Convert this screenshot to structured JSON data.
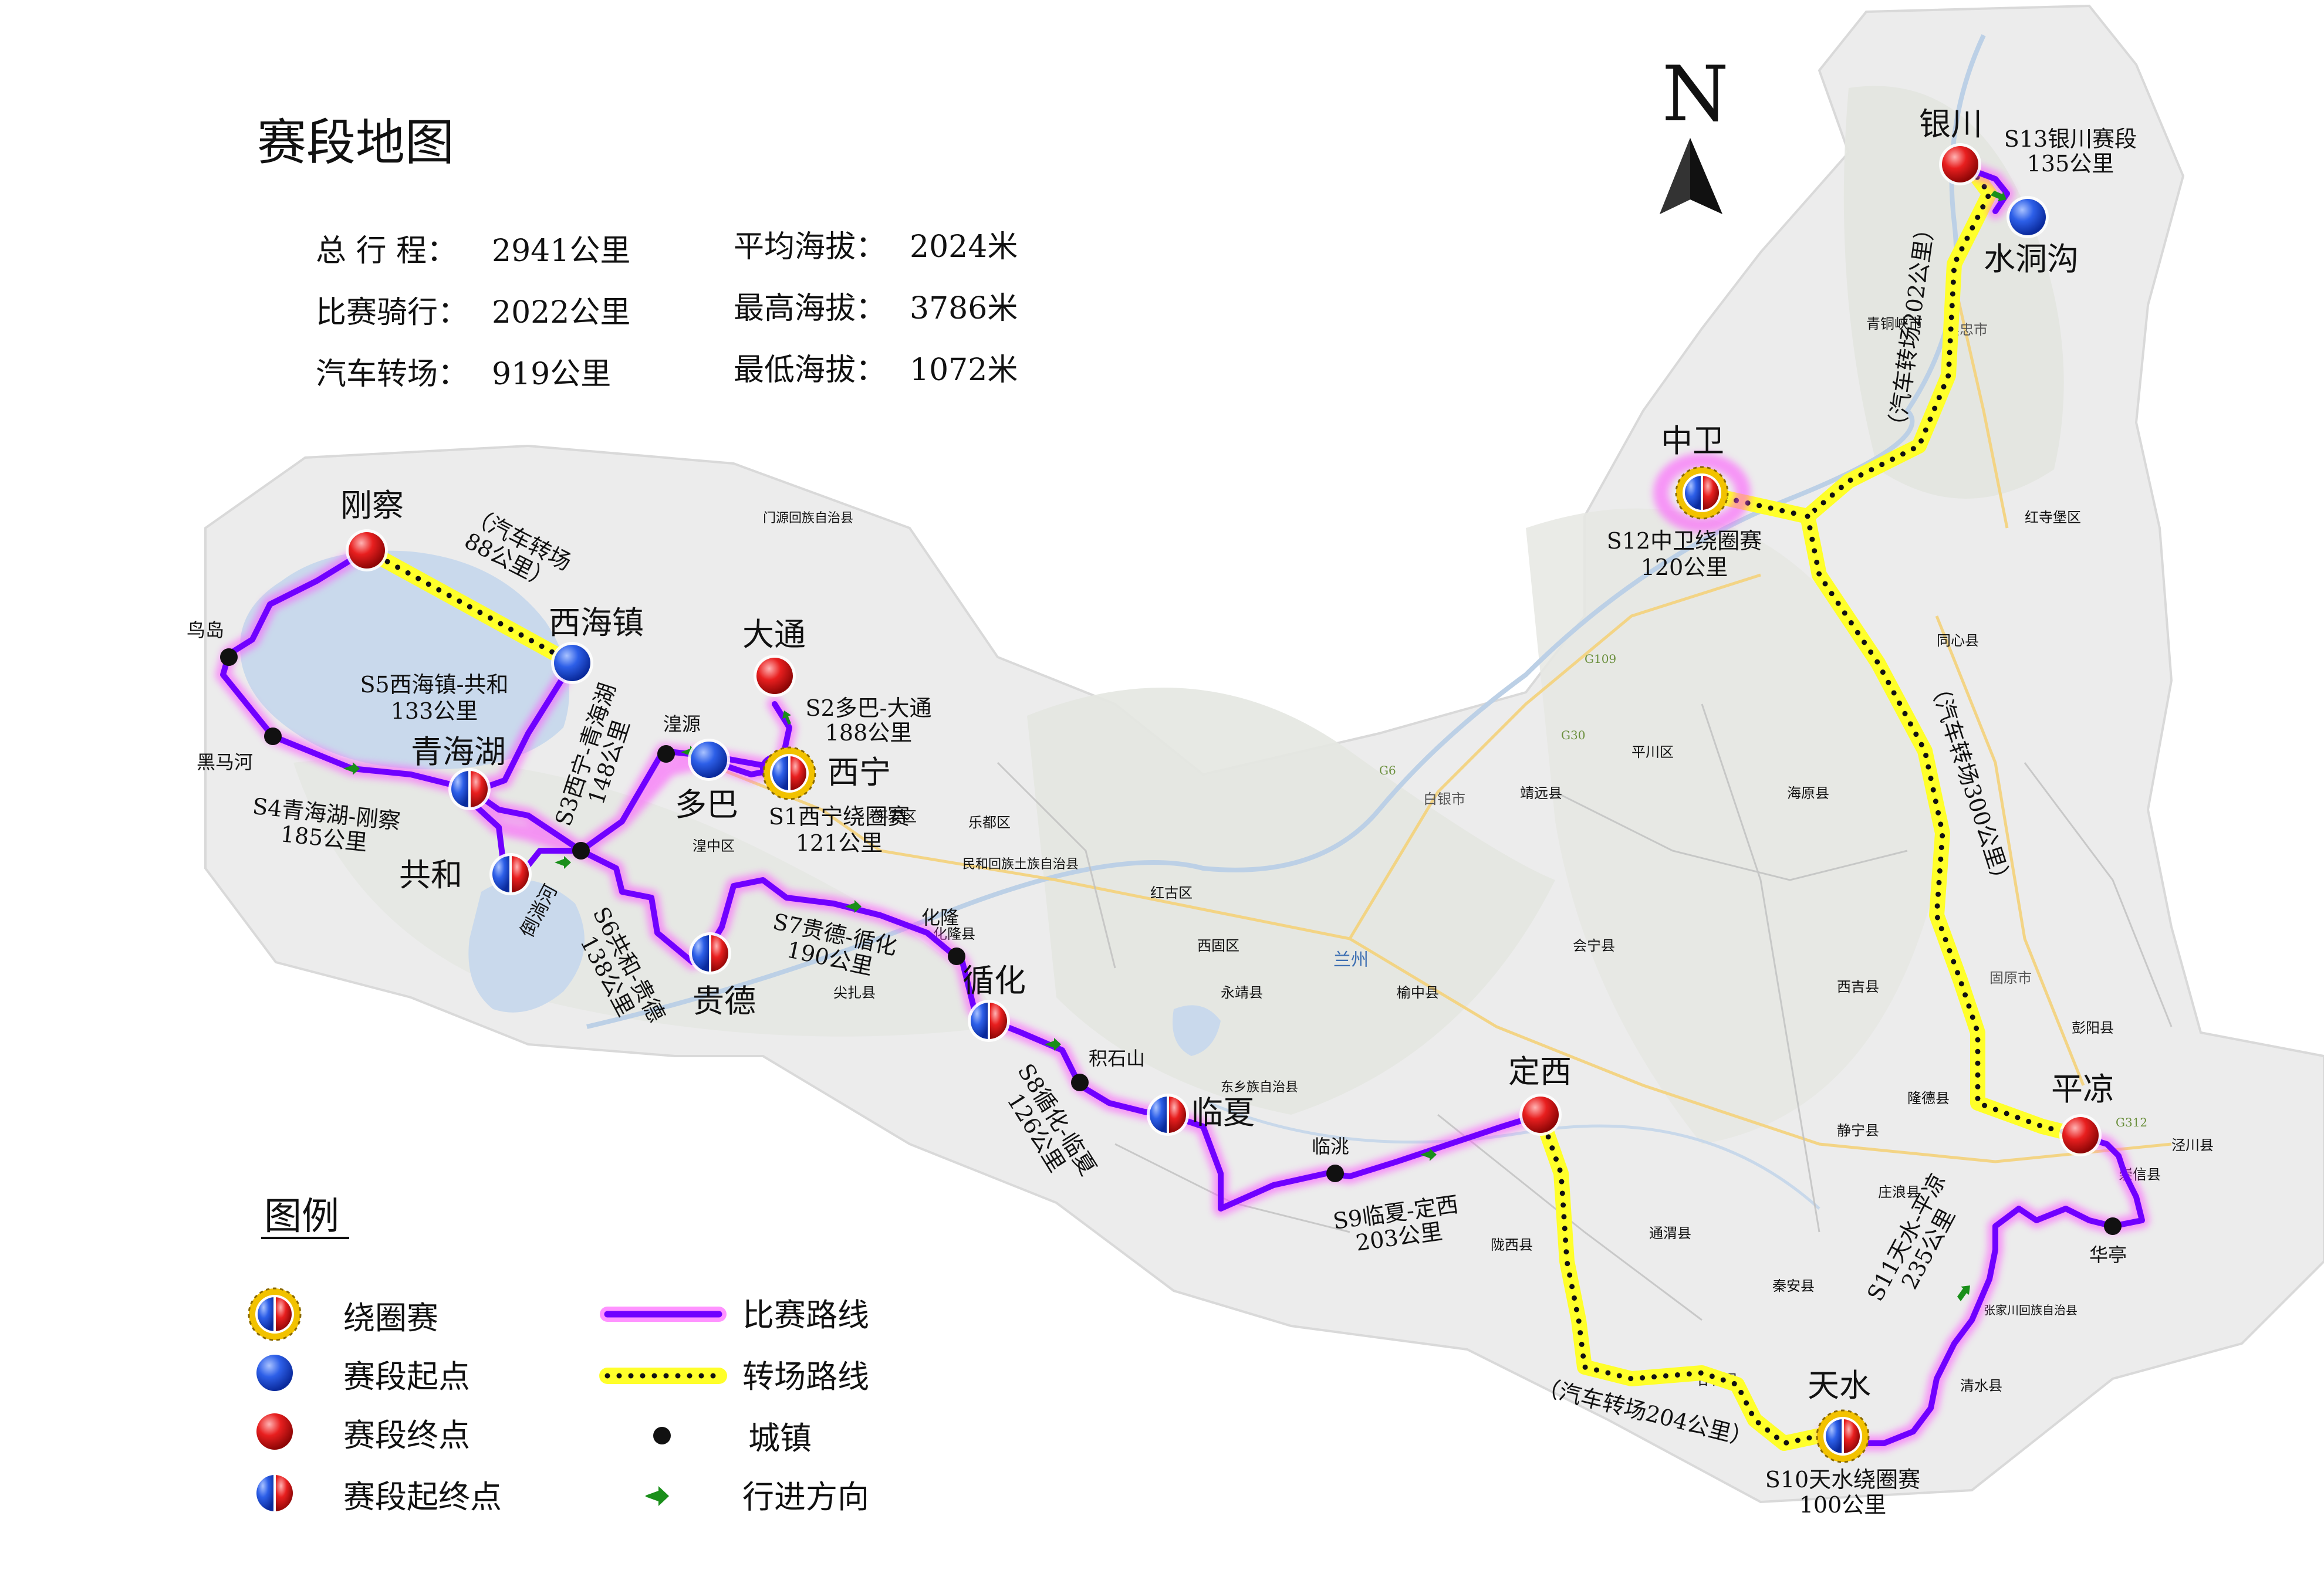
{
  "title": "赛段地图",
  "stats": {
    "total_label": "总 行 程：",
    "total_value": "2941公里",
    "race_label": "比赛骑行：",
    "race_value": "2022公里",
    "transfer_label": "汽车转场：",
    "transfer_value": "919公里",
    "avg_alt_label": "平均海拔：",
    "avg_alt_value": "2024米",
    "max_alt_label": "最高海拔：",
    "max_alt_value": "3786米",
    "min_alt_label": "最低海拔：",
    "min_alt_value": "1072米"
  },
  "north_label": "N",
  "cities": {
    "yinchuan": "银川",
    "shuidonggou": "水洞沟",
    "zhongwei": "中卫",
    "pingliang": "平凉",
    "huating": "华亭",
    "tianshui": "天水",
    "dingxi": "定西",
    "lintao": "临洮",
    "linxia": "临夏",
    "jishishan": "积石山",
    "xunhua": "循化",
    "hualong": "化隆",
    "guide": "贵德",
    "daotanghe": "倒淌河",
    "gonghe": "共和",
    "qinghaihu": "青海湖",
    "heimahe": "黑马河",
    "niaodao": "鸟岛",
    "gangcha": "刚察",
    "xihaizhen": "西海镇",
    "datong": "大通",
    "xining": "西宁",
    "duoba": "多巴",
    "huangyuan": "湟源"
  },
  "stages": {
    "s1": [
      "S1西宁绕圈赛",
      "121公里"
    ],
    "s2": [
      "S2多巴-大通",
      "188公里"
    ],
    "s3": [
      "S3西宁-青海湖",
      "148公里"
    ],
    "s4": [
      "S4青海湖-刚察",
      "185公里"
    ],
    "s5": [
      "S5西海镇-共和",
      "133公里"
    ],
    "s6": [
      "S6共和-贵德",
      "138公里"
    ],
    "s7": [
      "S7贵德-循化",
      "190公里"
    ],
    "s8": [
      "S8循化-临夏",
      "126公里"
    ],
    "s9": [
      "S9临夏-定西",
      "203公里"
    ],
    "s10": [
      "S10天水绕圈赛",
      "100公里"
    ],
    "s11": [
      "S11天水-平凉",
      "235公里"
    ],
    "s12": [
      "S12中卫绕圈赛",
      "120公里"
    ],
    "s13": [
      "S13银川赛段",
      "135公里"
    ]
  },
  "transfers": {
    "t88": [
      "（汽车转场",
      "88公里）"
    ],
    "t202": "（汽车转场202公里）",
    "t300": "（汽车转场300公里）",
    "t204": "（汽车转场204公里）"
  },
  "basemap_labels": {
    "lanzhou": "兰州",
    "baiyin": "白银市",
    "wuzhong": "吴忠市",
    "guyuan": "固原市",
    "g6": "G6",
    "g30": "G30",
    "g109": "G109",
    "g312": "G312",
    "haiyuan": "海原县",
    "xiji": "西吉县",
    "longde": "隆德县",
    "jingning": "静宁县",
    "zhuanglang": "庄浪县",
    "qinan": "秦安县",
    "gangu": "甘谷县",
    "tongwei": "通渭县",
    "longxi": "陇西县",
    "yuzhong": "榆中县",
    "dongxiang": "东乡族自治县",
    "yongjing": "永靖县",
    "jingyuan": "靖远县",
    "huining": "会宁县",
    "pengyang": "彭阳县",
    "jingchuan": "泾川县",
    "chongxin": "崇信县",
    "zhangjiachuan": "张家川回族自治县",
    "qingshui": "清水县",
    "tongxin": "同心县",
    "hongsibao": "红寺堡区",
    "qingtongxia": "青铜峡市",
    "pingchuan": "平川区",
    "honggu": "红古区",
    "xigu": "西固区",
    "minhe": "民和回族土族自治县",
    "ledu": "乐都区",
    "ping_an": "平安区",
    "menyuan": "门源回族自治县",
    "huangzhong": "湟中区",
    "jianzha": "尖扎县",
    "hualong_cty": "化隆县"
  },
  "legend": {
    "title": "图例",
    "circuit": "绕圈赛",
    "start": "赛段起点",
    "finish": "赛段终点",
    "start_finish": "赛段起终点",
    "race_route": "比赛路线",
    "transfer_route": "转场路线",
    "town": "城镇",
    "direction": "行进方向"
  },
  "colors": {
    "race_route": "#7000ff",
    "race_glow": "#ff4dff",
    "transfer_route": "#ffff2a",
    "start_marker": "#1f4fe0",
    "finish_marker": "#e01515",
    "town": "#111111",
    "direction": "#1a8f1a",
    "region": "#ececec",
    "lake": "#c9d9ec"
  }
}
